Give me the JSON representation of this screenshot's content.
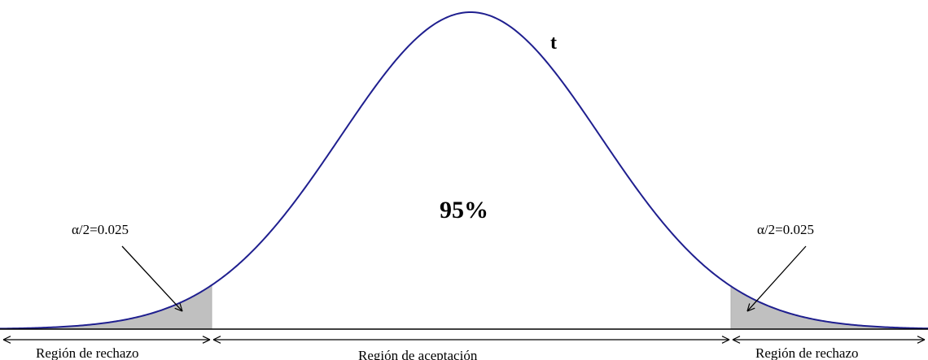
{
  "labels": {
    "curve_name": "t",
    "center_percent": "95%",
    "alpha_left": "α/2=0.025",
    "alpha_right": "α/2=0.025",
    "region_reject_left": "Región de rechazo",
    "region_accept": "Región de aceptación",
    "region_reject_right": "Región de rechazo"
  },
  "distribution": {
    "type": "t",
    "central_area": 0.95,
    "tail_area_each": 0.025
  },
  "colors": {
    "curve": "#1f1f8f",
    "tail_fill": "#c0c0c0",
    "axis": "#000000",
    "arrow": "#000000"
  }
}
